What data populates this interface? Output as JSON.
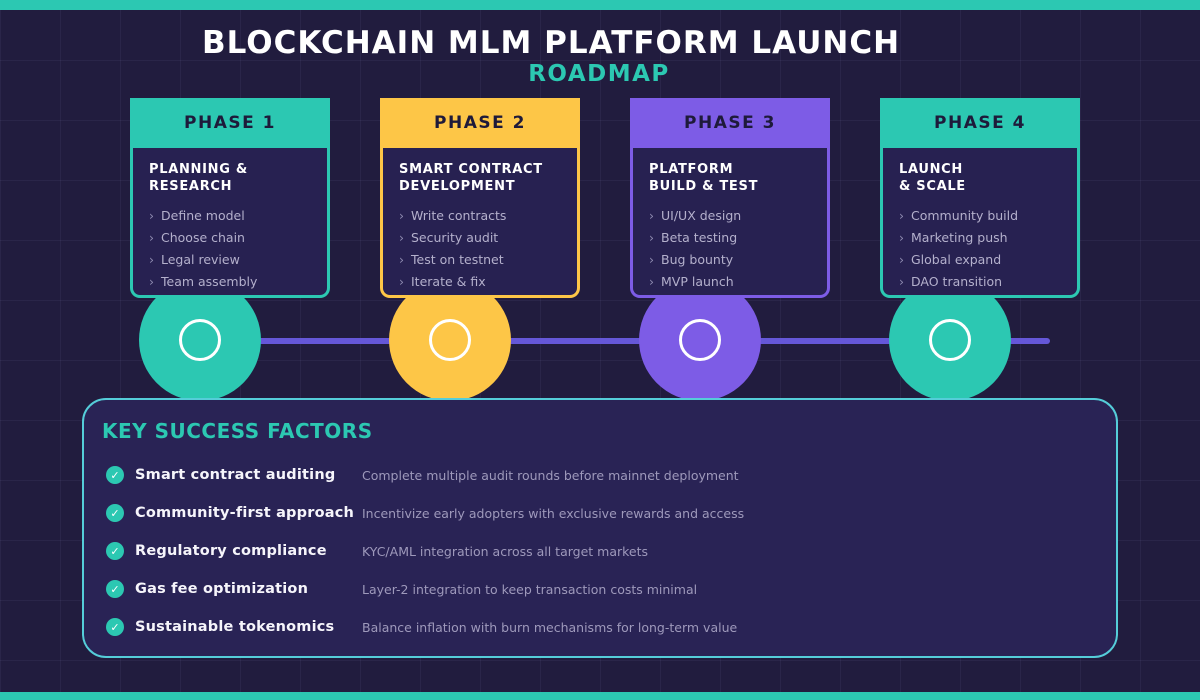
{
  "header": {
    "title": "BLOCKCHAIN MLM PLATFORM LAUNCH",
    "subtitle": "ROADMAP"
  },
  "colors": {
    "accent_teal": "#2cc8b2",
    "accent_yellow": "#fdc647",
    "accent_purple": "#7d5ce6",
    "timeline_line": "#6557d8",
    "panel_border": "#55cdd9",
    "background": "#211c3e"
  },
  "icons": {
    "bullet": "›",
    "check": "✓"
  },
  "phases": [
    {
      "badge": "PHASE 1",
      "color": "#2cc8b2",
      "title_lines": [
        "PLANNING &",
        "RESEARCH"
      ],
      "items": [
        "Define model",
        "Choose chain",
        "Legal review",
        "Team assembly"
      ]
    },
    {
      "badge": "PHASE 2",
      "color": "#fdc647",
      "title_lines": [
        "SMART CONTRACT",
        "DEVELOPMENT"
      ],
      "items": [
        "Write contracts",
        "Security audit",
        "Test on testnet",
        "Iterate & fix"
      ]
    },
    {
      "badge": "PHASE 3",
      "color": "#7d5ce6",
      "title_lines": [
        "PLATFORM",
        "BUILD & TEST"
      ],
      "items": [
        "UI/UX design",
        "Beta testing",
        "Bug bounty",
        "MVP launch"
      ]
    },
    {
      "badge": "PHASE 4",
      "color": "#2cc8b2",
      "title_lines": [
        "LAUNCH",
        "& SCALE"
      ],
      "items": [
        "Community build",
        "Marketing push",
        "Global expand",
        "DAO transition"
      ]
    }
  ],
  "key_factors": {
    "title": "KEY SUCCESS FACTORS",
    "rows": [
      {
        "label": "Smart contract auditing",
        "desc": "Complete multiple audit rounds before mainnet deployment"
      },
      {
        "label": "Community-first approach",
        "desc": "Incentivize early adopters with exclusive rewards and access"
      },
      {
        "label": "Regulatory compliance",
        "desc": "KYC/AML integration across all target markets"
      },
      {
        "label": "Gas fee optimization",
        "desc": "Layer-2 integration to keep transaction costs minimal"
      },
      {
        "label": "Sustainable tokenomics",
        "desc": "Balance inflation with burn mechanisms for long-term value"
      }
    ]
  }
}
